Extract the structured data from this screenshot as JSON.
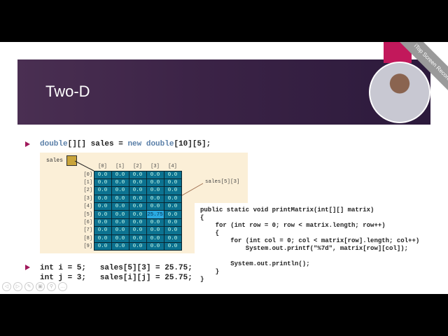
{
  "slide": {
    "title": "Two-D",
    "declaration": {
      "type": "double",
      "rest": "[][] sales = ",
      "kw_new": "new",
      "type2": "double",
      "dims": "[10][5];"
    },
    "diagram": {
      "var_label": "sales",
      "col_headers": [
        "[0]",
        "[1]",
        "[2]",
        "[3]",
        "[4]"
      ],
      "row_headers": [
        "[0]",
        "[1]",
        "[2]",
        "[3]",
        "[4]",
        "[5]",
        "[6]",
        "[7]",
        "[8]",
        "[9]"
      ],
      "default_value": "0.0",
      "highlight": {
        "row": 5,
        "col": 3,
        "value": "25.75"
      },
      "annotation": "sales[5][3]"
    },
    "code": [
      "public static void printMatrix(int[][] matrix)",
      "{",
      "    for (int row = 0; row < matrix.length; row++)",
      "    {",
      "        for (int col = 0; col < matrix[row].length; col++)",
      "            System.out.printf(\"%7d\", matrix[row][col]);",
      "",
      "        System.out.println();",
      "    }",
      "}"
    ],
    "bottom_lines": [
      "int i = 5;   sales[5][3] = 25.75;",
      "int j = 3;   sales[i][j] = 25.75;"
    ]
  },
  "watermark": "iTop Screen Recorder",
  "nav_icons": [
    "prev-icon",
    "next-icon",
    "pen-icon",
    "slides-icon",
    "zoom-icon",
    "more-icon"
  ],
  "colors": {
    "title_band": "#3b2346",
    "accent": "#a0195b",
    "cell": "#0c7290",
    "highlight_cell": "#2aa9e0",
    "diagram_bg": "#fbefd7"
  }
}
